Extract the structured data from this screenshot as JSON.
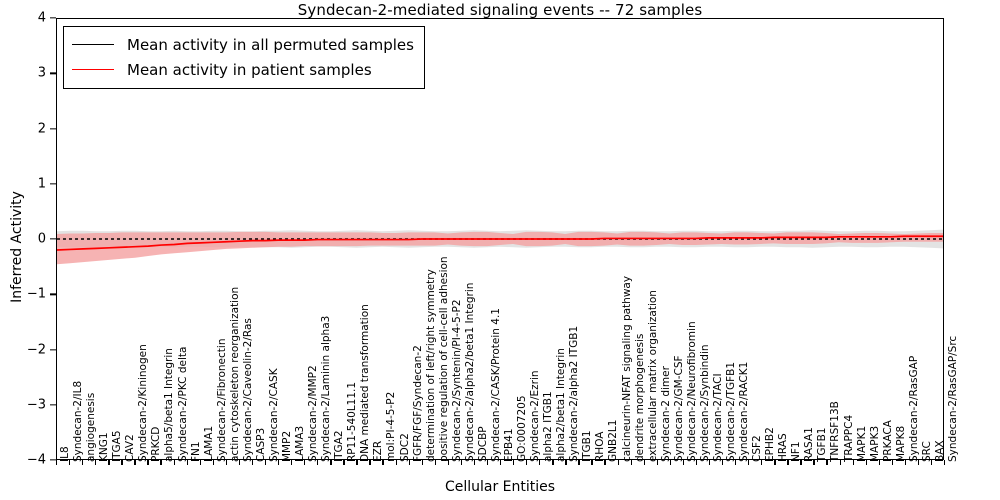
{
  "chart_data": {
    "type": "line",
    "title": "Syndecan-2-mediated signaling events -- 72 samples",
    "xlabel": "Cellular Entities",
    "ylabel": "Inferred Activity",
    "ylim": [
      -4,
      4
    ],
    "yticks": [
      -4,
      -3,
      -2,
      -1,
      0,
      1,
      2,
      3,
      4
    ],
    "grid": false,
    "legend_position": "upper left",
    "series": [
      {
        "name": "Mean activity in all permuted samples",
        "color": "#000000",
        "style": "dotted-line-with-band",
        "band_color": "#d9d9d9",
        "values": [
          0.0,
          0.0,
          0.0,
          0.0,
          0.0,
          0.0,
          0.0,
          0.0,
          0.0,
          0.0,
          0.0,
          0.0,
          0.0,
          0.0,
          0.0,
          0.0,
          0.0,
          0.0,
          0.0,
          0.0,
          0.0,
          0.0,
          0.0,
          0.0,
          0.0,
          0.0,
          0.0,
          0.0,
          0.0,
          0.0,
          0.0,
          0.0,
          0.0,
          0.0,
          0.0,
          0.0,
          0.0,
          0.0,
          0.0,
          0.0,
          0.0,
          0.0,
          0.0,
          0.0,
          0.0,
          0.0,
          0.0,
          0.0,
          0.0,
          0.0,
          0.0,
          0.0,
          0.0,
          0.0,
          0.0,
          0.0,
          0.0,
          0.0,
          0.0,
          0.0,
          0.0,
          0.0,
          0.0,
          0.0,
          0.0,
          0.0,
          0.0,
          0.0,
          0.0,
          0.0,
          0.0,
          0.0
        ],
        "band_upper": [
          0.14,
          0.15,
          0.15,
          0.14,
          0.14,
          0.15,
          0.15,
          0.14,
          0.14,
          0.15,
          0.14,
          0.14,
          0.15,
          0.15,
          0.14,
          0.14,
          0.15,
          0.15,
          0.16,
          0.15,
          0.14,
          0.14,
          0.15,
          0.16,
          0.15,
          0.14,
          0.15,
          0.16,
          0.15,
          0.14,
          0.14,
          0.15,
          0.16,
          0.15,
          0.14,
          0.15,
          0.16,
          0.15,
          0.14,
          0.14,
          0.15,
          0.15,
          0.14,
          0.14,
          0.15,
          0.15,
          0.14,
          0.14,
          0.15,
          0.15,
          0.14,
          0.14,
          0.15,
          0.15,
          0.14,
          0.14,
          0.15,
          0.15,
          0.16,
          0.15,
          0.14,
          0.14,
          0.15,
          0.15,
          0.14,
          0.14,
          0.15,
          0.16,
          0.17,
          0.18,
          0.19,
          0.2
        ],
        "band_lower": [
          -0.14,
          -0.15,
          -0.15,
          -0.14,
          -0.14,
          -0.15,
          -0.15,
          -0.14,
          -0.14,
          -0.15,
          -0.14,
          -0.14,
          -0.15,
          -0.15,
          -0.14,
          -0.14,
          -0.15,
          -0.15,
          -0.16,
          -0.15,
          -0.14,
          -0.14,
          -0.15,
          -0.16,
          -0.15,
          -0.14,
          -0.15,
          -0.16,
          -0.15,
          -0.14,
          -0.14,
          -0.15,
          -0.16,
          -0.15,
          -0.14,
          -0.15,
          -0.16,
          -0.15,
          -0.14,
          -0.14,
          -0.15,
          -0.15,
          -0.14,
          -0.14,
          -0.15,
          -0.15,
          -0.14,
          -0.14,
          -0.15,
          -0.15,
          -0.14,
          -0.14,
          -0.15,
          -0.15,
          -0.14,
          -0.14,
          -0.15,
          -0.15,
          -0.16,
          -0.15,
          -0.14,
          -0.14,
          -0.15,
          -0.15,
          -0.14,
          -0.14,
          -0.15,
          -0.16,
          -0.17,
          -0.18,
          -0.19,
          -0.2
        ]
      },
      {
        "name": "Mean activity in patient samples",
        "color": "#ff0000",
        "style": "solid-line-with-band",
        "band_color": "#f4a0a0",
        "values": [
          -0.2,
          -0.19,
          -0.18,
          -0.17,
          -0.16,
          -0.15,
          -0.14,
          -0.13,
          -0.11,
          -0.1,
          -0.08,
          -0.07,
          -0.06,
          -0.05,
          -0.04,
          -0.03,
          -0.03,
          -0.02,
          -0.02,
          -0.02,
          -0.01,
          -0.01,
          -0.01,
          -0.01,
          -0.01,
          -0.01,
          -0.01,
          -0.01,
          0.0,
          0.0,
          0.0,
          0.0,
          0.0,
          0.0,
          0.0,
          0.0,
          0.0,
          0.0,
          0.0,
          0.0,
          0.0,
          0.0,
          0.01,
          0.01,
          0.01,
          0.01,
          0.01,
          0.01,
          0.01,
          0.01,
          0.02,
          0.02,
          0.02,
          0.02,
          0.02,
          0.03,
          0.03,
          0.03,
          0.03,
          0.03,
          0.04,
          0.04,
          0.04,
          0.04,
          0.04,
          0.05,
          0.05,
          0.05,
          0.05,
          0.05,
          0.05,
          0.05
        ],
        "band_upper": [
          0.09,
          0.1,
          0.1,
          0.11,
          0.11,
          0.12,
          0.12,
          0.12,
          0.12,
          0.12,
          0.12,
          0.12,
          0.12,
          0.12,
          0.13,
          0.13,
          0.13,
          0.12,
          0.12,
          0.12,
          0.12,
          0.12,
          0.12,
          0.12,
          0.12,
          0.11,
          0.11,
          0.12,
          0.12,
          0.12,
          0.1,
          0.12,
          0.13,
          0.13,
          0.11,
          0.09,
          0.13,
          0.13,
          0.12,
          0.09,
          0.13,
          0.13,
          0.12,
          0.1,
          0.13,
          0.13,
          0.12,
          0.1,
          0.12,
          0.12,
          0.11,
          0.1,
          0.12,
          0.12,
          0.11,
          0.1,
          0.12,
          0.12,
          0.12,
          0.11,
          0.09,
          0.1,
          0.11,
          0.11,
          0.1,
          0.09,
          0.1,
          0.11,
          0.11,
          0.11,
          0.11,
          0.11
        ],
        "band_lower": [
          -0.46,
          -0.44,
          -0.42,
          -0.4,
          -0.38,
          -0.36,
          -0.34,
          -0.31,
          -0.28,
          -0.26,
          -0.24,
          -0.22,
          -0.2,
          -0.18,
          -0.17,
          -0.16,
          -0.15,
          -0.14,
          -0.14,
          -0.13,
          -0.13,
          -0.13,
          -0.13,
          -0.13,
          -0.12,
          -0.12,
          -0.12,
          -0.12,
          -0.12,
          -0.12,
          -0.1,
          -0.12,
          -0.13,
          -0.13,
          -0.11,
          -0.09,
          -0.13,
          -0.13,
          -0.12,
          -0.09,
          -0.13,
          -0.13,
          -0.12,
          -0.1,
          -0.12,
          -0.12,
          -0.11,
          -0.09,
          -0.11,
          -0.11,
          -0.1,
          -0.09,
          -0.1,
          -0.1,
          -0.09,
          -0.08,
          -0.09,
          -0.09,
          -0.09,
          -0.08,
          -0.06,
          -0.07,
          -0.07,
          -0.07,
          -0.06,
          -0.05,
          -0.05,
          -0.05,
          -0.05,
          -0.05,
          -0.05,
          -0.05
        ]
      }
    ],
    "categories": [
      "IL8",
      "Syndecan-2/IL8",
      "angiogenesis",
      "KNG1",
      "ITGA5",
      "CAV2",
      "Syndecan-2/Kininogen",
      "PRKCD",
      "alpha5/beta1 Integrin",
      "Syndecan-2/PKC delta",
      "FN1",
      "LAMA1",
      "Syndecan-2/Fibronectin",
      "actin cytoskeleton reorganization",
      "Syndecan-2/Caveolin-2/Ras",
      "CASP3",
      "Syndecan-2/CASK",
      "MMP2",
      "LAMA3",
      "Syndecan-2/MMP2",
      "Syndecan-2/Laminin alpha3",
      "ITGA2",
      "RP11-540L11.1",
      "DNA mediated transformation",
      "EZR",
      "mol:PI-4-5-P2",
      "SDC2",
      "FGFR/FGF/Syndecan-2",
      "determination of left/right symmetry",
      "positive regulation of cell-cell adhesion",
      "Syndecan-2/Syntenin/PI-4-5-P2",
      "Syndecan-2/alpha2/beta1 Integrin",
      "SDCBP",
      "Syndecan-2/CASK/Protein 4.1",
      "EPB41",
      "GO:0007205",
      "Syndecan-2/Ezrin",
      "alpha2 ITGB1",
      "alpha2/beta1 Integrin",
      "Syndecan-2/alpha2 ITGB1",
      "ITGB1",
      "RHOA",
      "GNB2L1",
      "calcineurin-NFAT signaling pathway",
      "dendrite morphogenesis",
      "extracellular matrix organization",
      "Syndecan-2 dimer",
      "Syndecan-2/GM-CSF",
      "Syndecan-2/Neurofibromin",
      "Syndecan-2/Synbindin",
      "Syndecan-2/TACI",
      "Syndecan-2/TGFB1",
      "Syndecan-2/RACK1",
      "CSF2",
      "EPHB2",
      "HRAS",
      "NF1",
      "RASA1",
      "TGFB1",
      "TNFRSF13B",
      "TRAPPC4",
      "MAPK1",
      "MAPK3",
      "PRKACA",
      "MAPK8",
      "Syndecan-2/RasGAP",
      "SRC",
      "BAX",
      "Syndecan-2/RasGAP/Src"
    ]
  },
  "legend": {
    "entries": [
      {
        "label": "Mean activity in all permuted samples",
        "color": "#000000"
      },
      {
        "label": "Mean activity in patient samples",
        "color": "#ff0000"
      }
    ]
  }
}
